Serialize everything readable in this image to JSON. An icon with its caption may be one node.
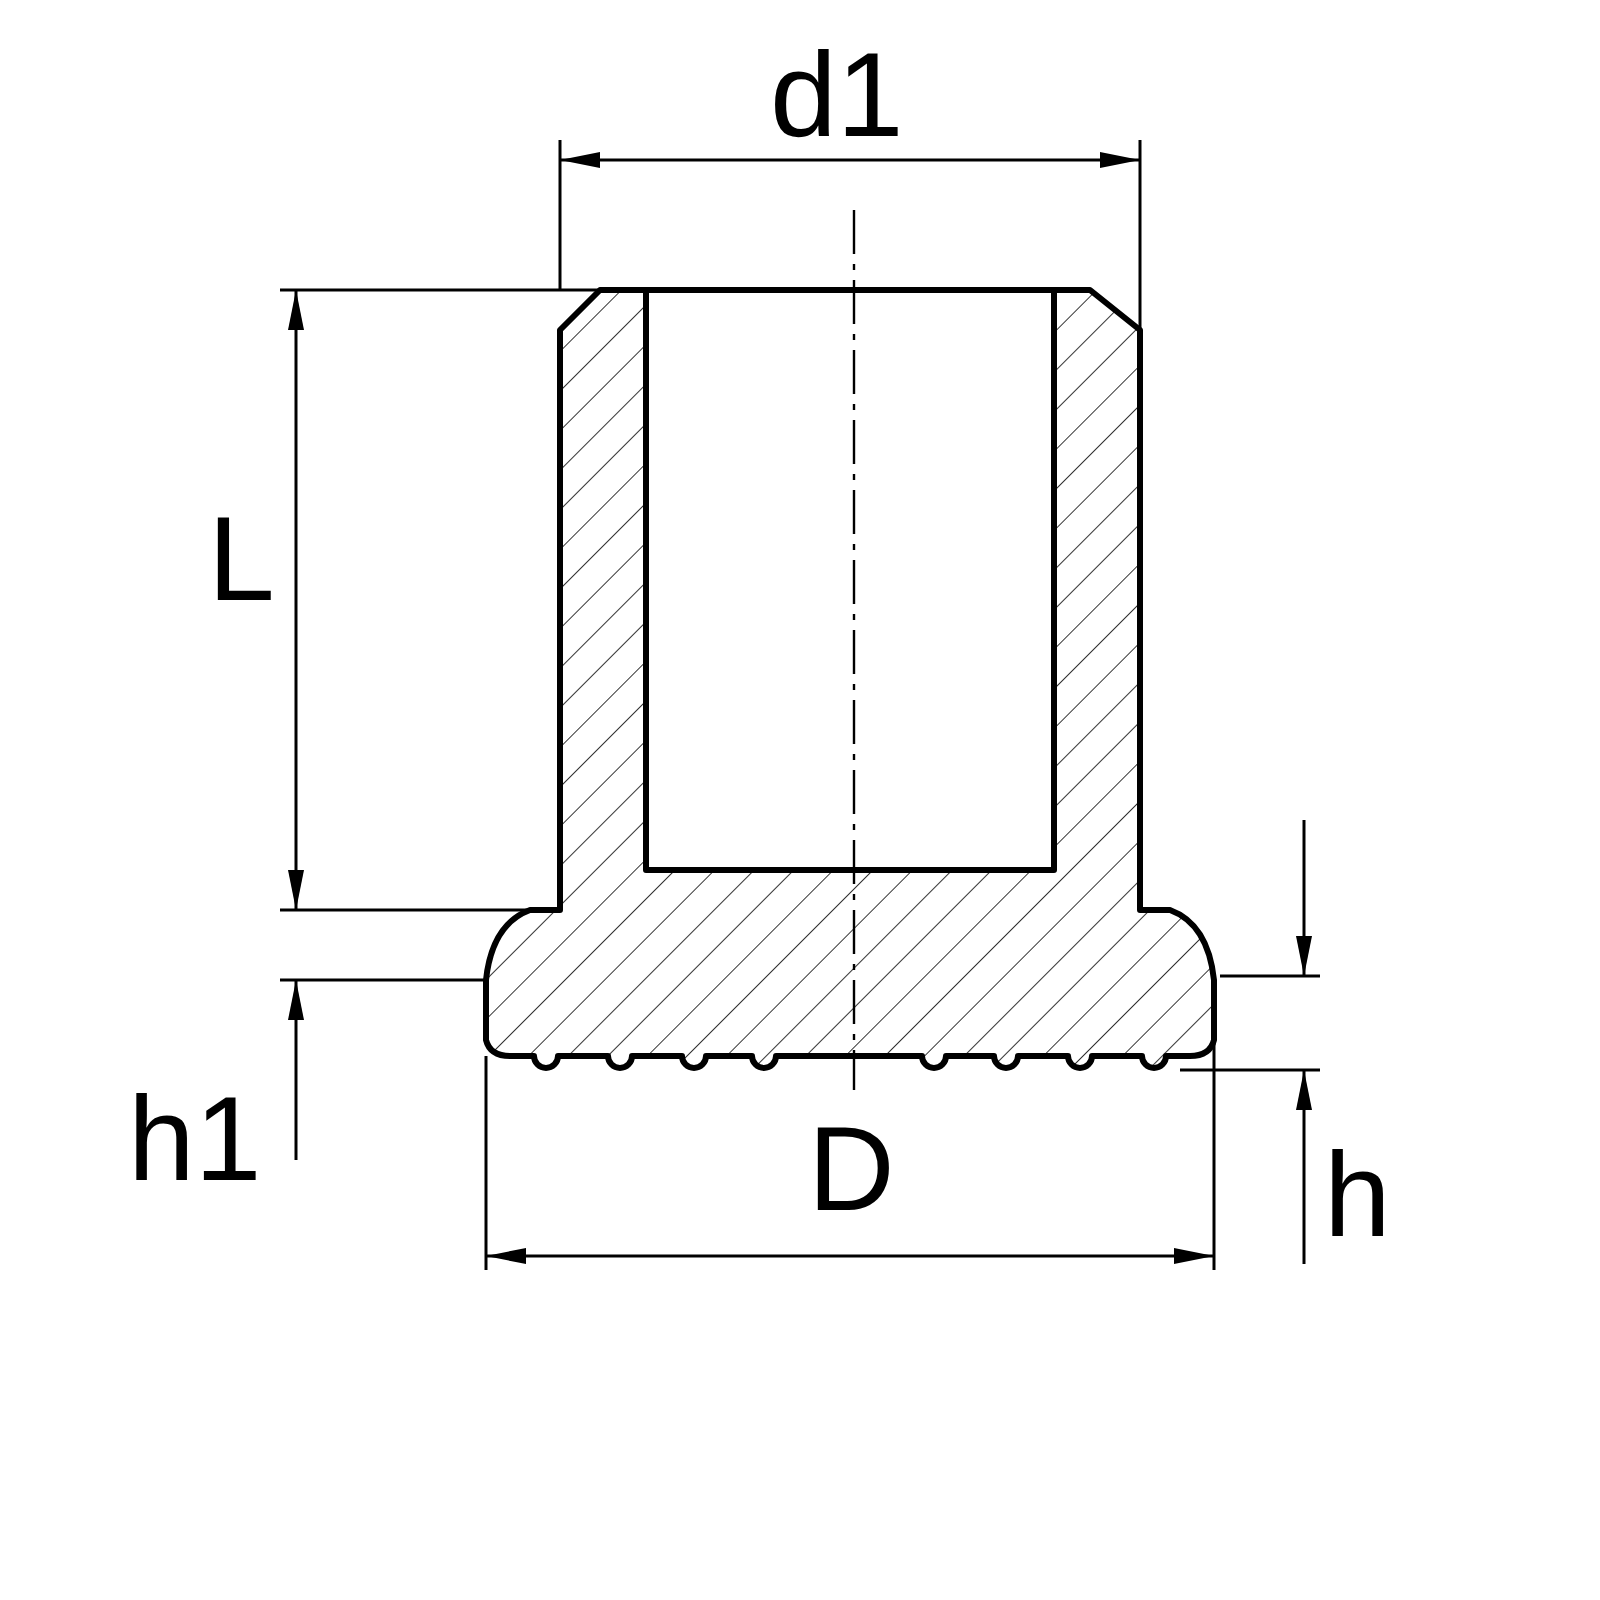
{
  "diagram": {
    "labels": [
      "d1",
      "L",
      "h1",
      "D",
      "h"
    ]
  }
}
